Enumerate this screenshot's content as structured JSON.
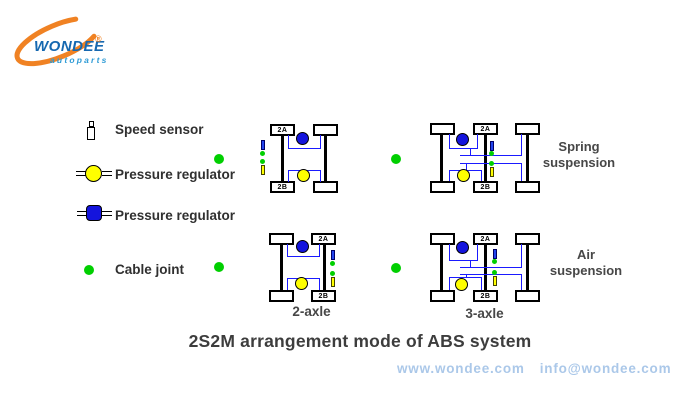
{
  "logo": {
    "brand": "WONDEE",
    "registered": "®",
    "subtitle": "autoparts"
  },
  "legend": {
    "speed_sensor": "Speed sensor",
    "pressure_regulator_yellow": "Pressure regulator",
    "pressure_regulator_blue": "Pressure regulator",
    "cable_joint": "Cable joint"
  },
  "diagrams": {
    "wheel_labels": {
      "front": "2A",
      "rear": "2B"
    },
    "captions": {
      "two_axle": "2-axle",
      "three_axle": "3-axle"
    },
    "suspension": {
      "spring_line1": "Spring",
      "spring_line2": "suspension",
      "air_line1": "Air",
      "air_line2": "suspension"
    }
  },
  "title": "2S2M arrangement mode of ABS system",
  "footer": {
    "website": "www.wondee.com",
    "email": "info@wondee.com"
  },
  "colors": {
    "accent_orange": "#f08223",
    "brand_blue": "#1668b0",
    "subtitle_blue": "#2e9bd6",
    "footer_blue": "#abc8e9",
    "line_blue": "#1a1aff",
    "regulator_blue": "#1414dd",
    "regulator_yellow": "#ffff00",
    "cable_green": "#00cf00"
  }
}
